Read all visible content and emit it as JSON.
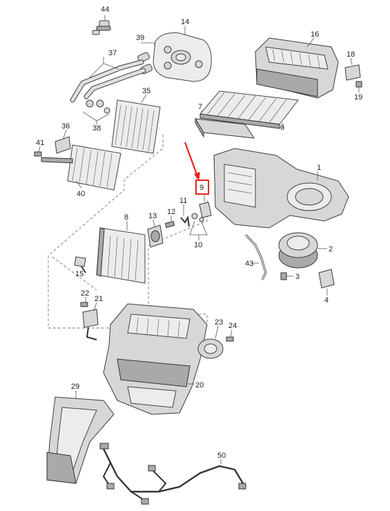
{
  "diagram": {
    "highlight_color": "#e8231f",
    "callouts": [
      {
        "id": "44",
        "text": "44"
      },
      {
        "id": "14",
        "text": "14"
      },
      {
        "id": "16",
        "text": "16"
      },
      {
        "id": "39",
        "text": "39"
      },
      {
        "id": "37",
        "text": "37"
      },
      {
        "id": "18",
        "text": "18"
      },
      {
        "id": "35",
        "text": "35"
      },
      {
        "id": "19",
        "text": "19"
      },
      {
        "id": "7",
        "text": "7"
      },
      {
        "id": "38",
        "text": "38"
      },
      {
        "id": "6",
        "text": "6"
      },
      {
        "id": "36",
        "text": "36"
      },
      {
        "id": "41",
        "text": "41"
      },
      {
        "id": "1",
        "text": "1"
      },
      {
        "id": "9",
        "text": "9"
      },
      {
        "id": "40",
        "text": "40"
      },
      {
        "id": "11",
        "text": "11"
      },
      {
        "id": "8",
        "text": "8"
      },
      {
        "id": "13",
        "text": "13"
      },
      {
        "id": "12",
        "text": "12"
      },
      {
        "id": "10",
        "text": "10"
      },
      {
        "id": "2",
        "text": "2"
      },
      {
        "id": "43",
        "text": "43"
      },
      {
        "id": "15",
        "text": "15"
      },
      {
        "id": "3",
        "text": "3"
      },
      {
        "id": "4",
        "text": "4"
      },
      {
        "id": "22",
        "text": "22"
      },
      {
        "id": "21",
        "text": "21"
      },
      {
        "id": "23",
        "text": "23"
      },
      {
        "id": "24",
        "text": "24"
      },
      {
        "id": "20",
        "text": "20"
      },
      {
        "id": "29",
        "text": "29"
      },
      {
        "id": "50",
        "text": "50"
      }
    ]
  }
}
